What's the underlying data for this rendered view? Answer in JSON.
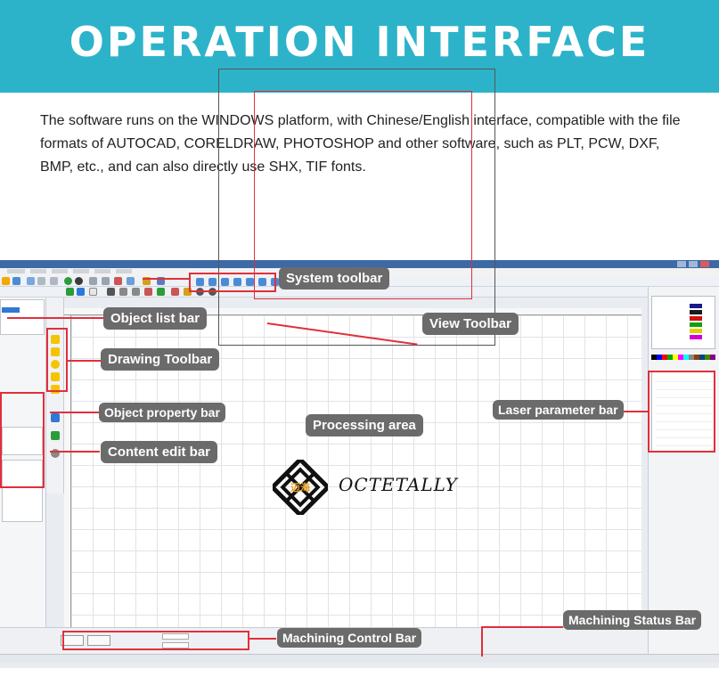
{
  "banner": {
    "title": "OPERATION INTERFACE",
    "color": "#2db3c9"
  },
  "intro": {
    "text": "The software runs on the WINDOWS platform, with Chinese/English interface, compatible with the file formats of AUTOCAD, CORELDRAW, PHOTOSHOP and other software, such as PLT, PCW, DXF, BMP, etc., and can also directly use SHX, TIF fonts."
  },
  "callouts": {
    "system_toolbar": "System toolbar",
    "object_list_bar": "Object list bar",
    "view_toolbar": "View Toolbar",
    "drawing_toolbar": "Drawing Toolbar",
    "object_property_bar": "Object property bar",
    "processing_area": "Processing area",
    "laser_parameter_bar": "Laser parameter bar",
    "content_edit_bar": "Content edit bar",
    "machining_status_bar": "Machining Status Bar",
    "machining_control_bar": "Machining Control Bar"
  },
  "logo": {
    "text": "OCTETALLY",
    "mark_text": "迈海"
  },
  "colors": {
    "accent_red": "#e0303b",
    "label_gray": "#6b6b6b"
  },
  "icons": [
    "app-icon",
    "new-file-icon",
    "open-icon",
    "save-icon",
    "zoom-in-icon",
    "zoom-out-icon",
    "pointer-icon",
    "rectangle-icon",
    "ellipse-icon",
    "polygon-icon"
  ]
}
